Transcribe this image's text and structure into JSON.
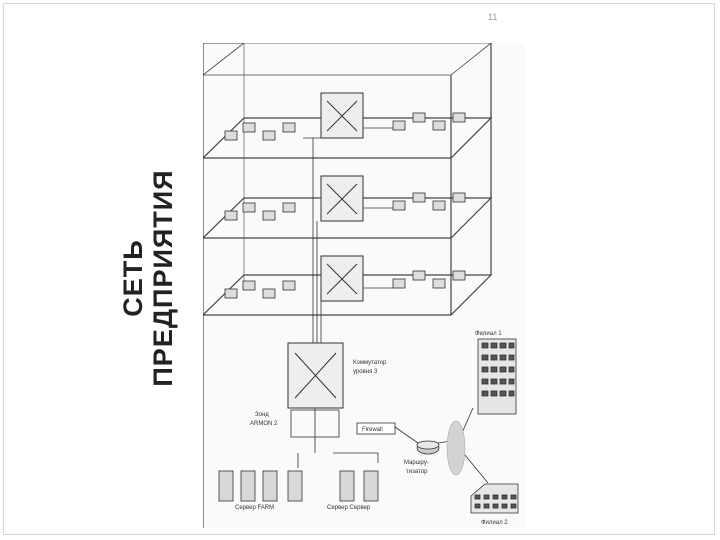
{
  "page_number": "11",
  "title_line1": "СЕТЬ",
  "title_line2": "ПРЕДПРИЯТИЯ",
  "diagram": {
    "switch_l3_line1": "Коммутатор",
    "switch_l3_line2": "уровня 3",
    "probe_line1": "Зонд",
    "probe_line2": "ARMON 2",
    "firewall": "Firewall",
    "router_line1": "Маршру-",
    "router_line2": "тизатор",
    "branch1": "Филиал 1",
    "branch2": "Филиал 2",
    "server_label1": "Сервер FARM",
    "server_label2": "Сервер Сервер"
  }
}
